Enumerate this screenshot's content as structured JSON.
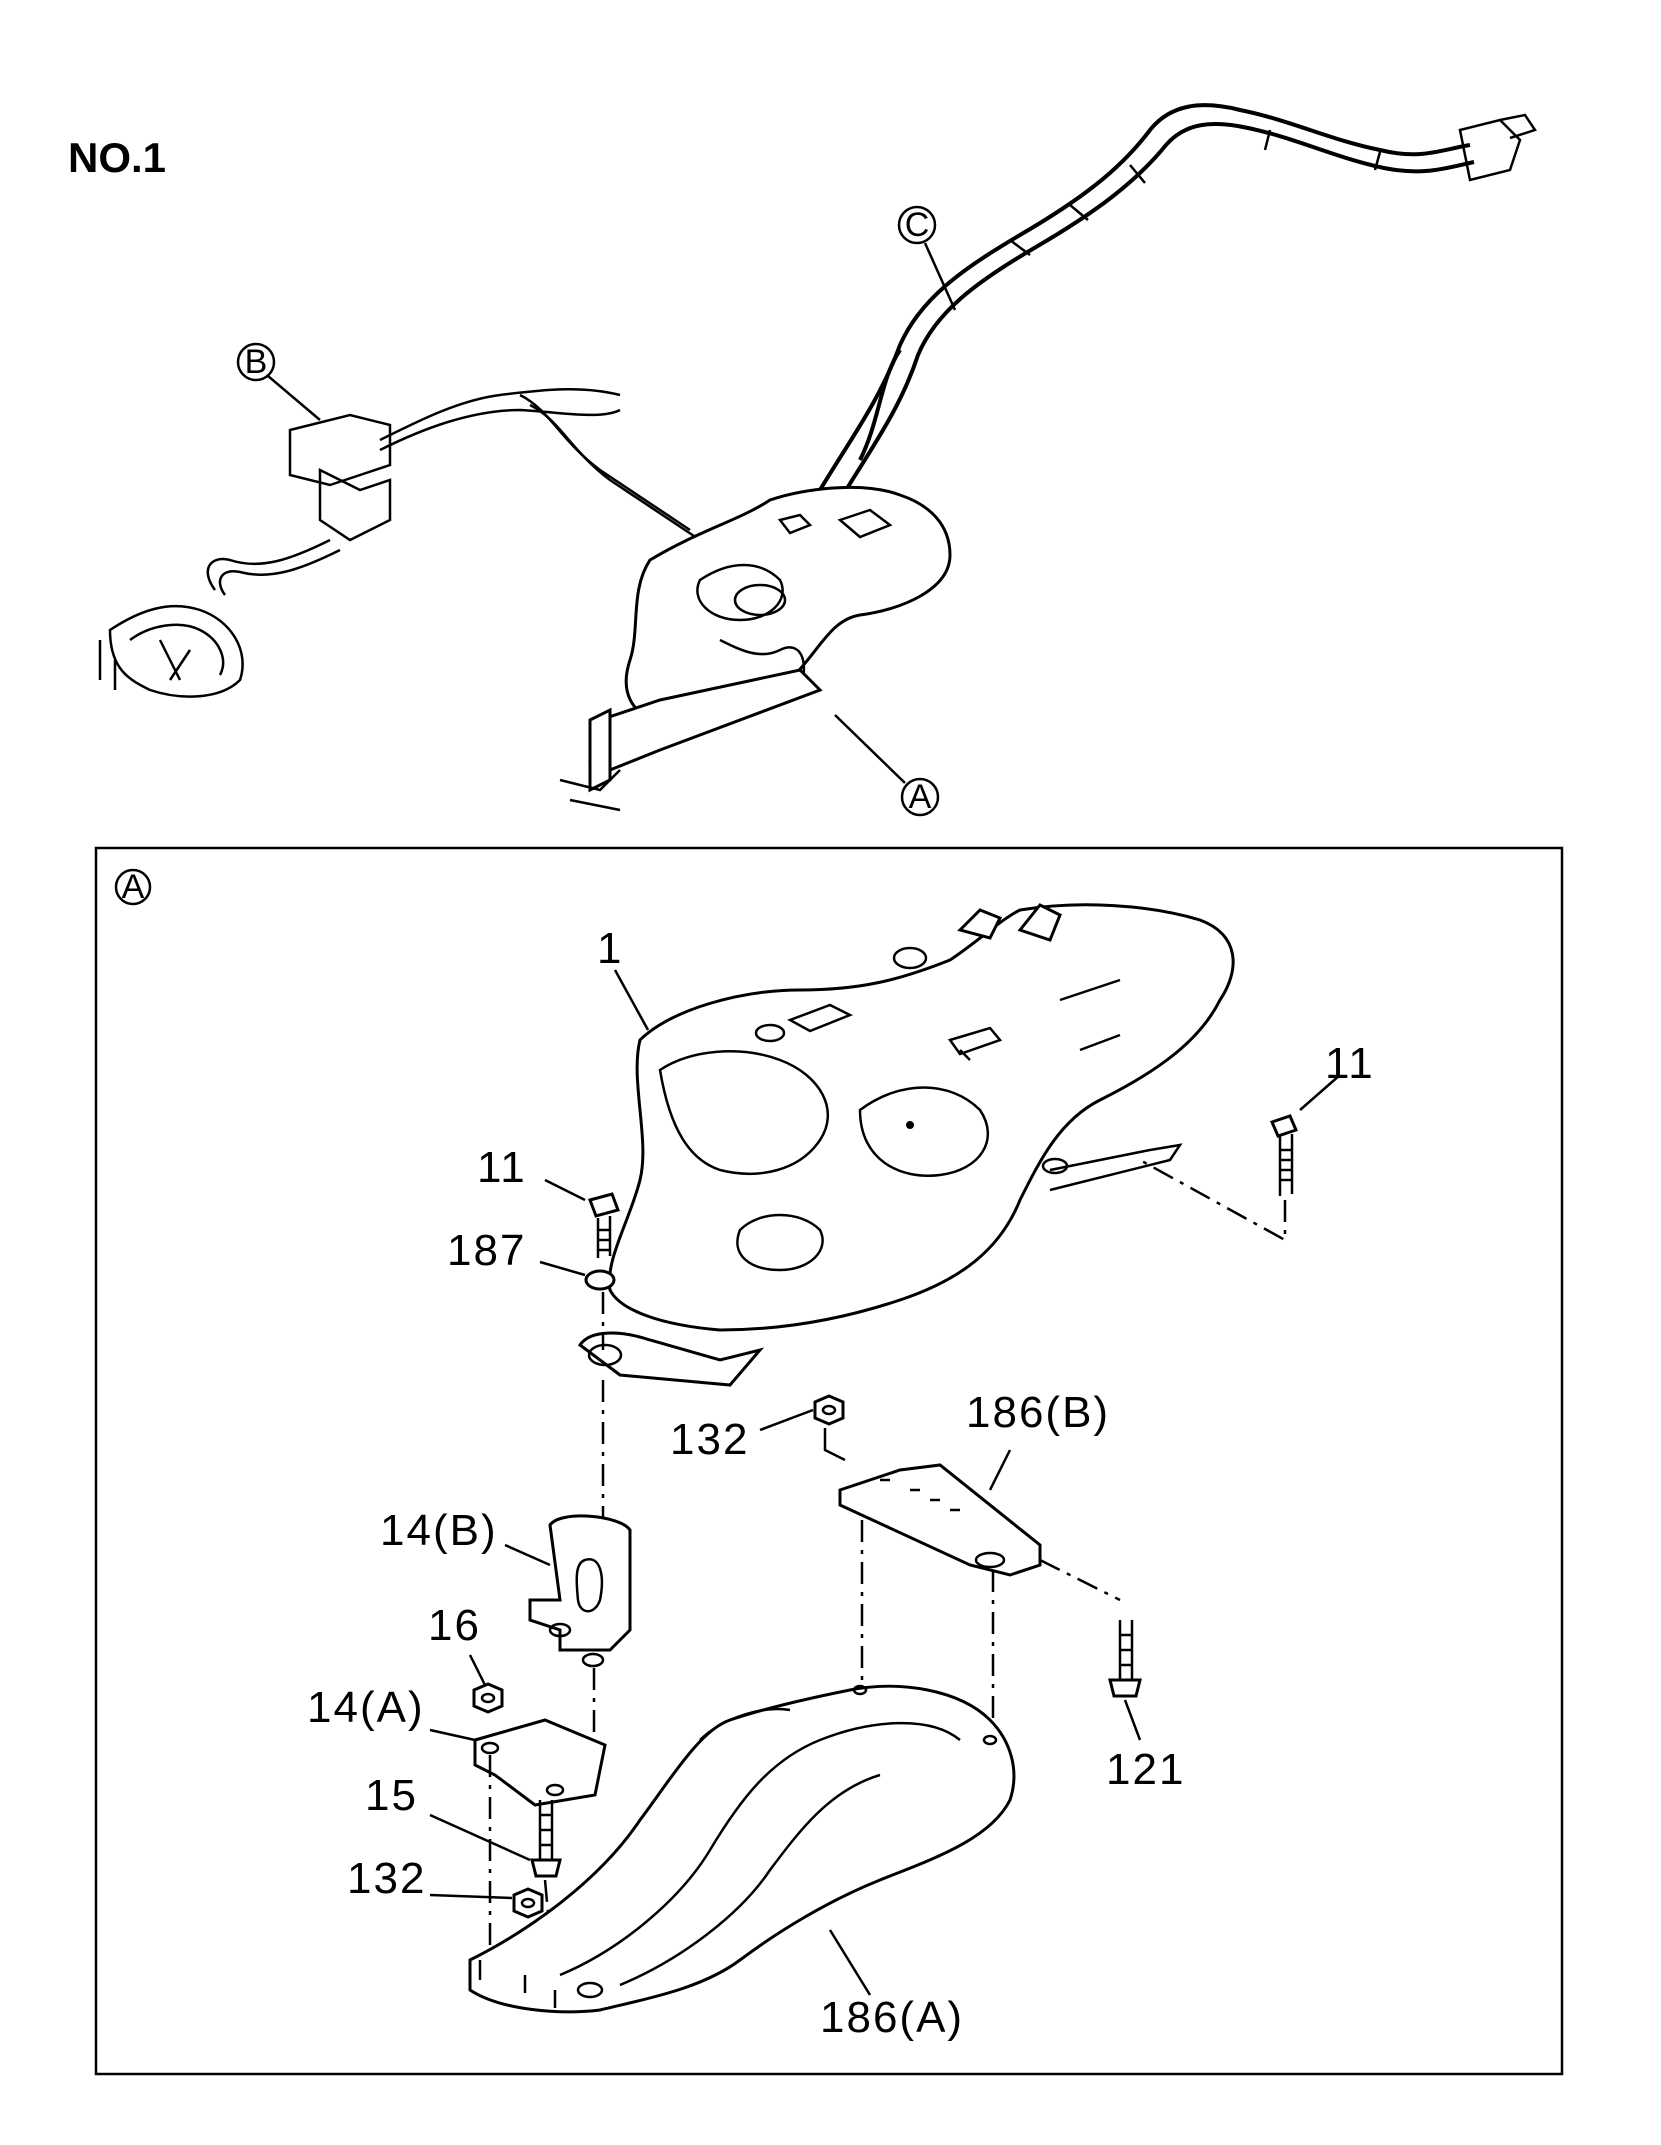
{
  "title": "NO.1",
  "overview_callouts": {
    "a": "A",
    "b": "B",
    "c": "C"
  },
  "detail": {
    "frame_callout": "A",
    "parts": {
      "p1": "1",
      "p11_left": "11",
      "p11_right": "11",
      "p187": "187",
      "p132_top": "132",
      "p186b": "186(B)",
      "p14b": "14(B)",
      "p16": "16",
      "p14a": "14(A)",
      "p15": "15",
      "p132_bottom": "132",
      "p121": "121",
      "p186a": "186(A)"
    }
  }
}
